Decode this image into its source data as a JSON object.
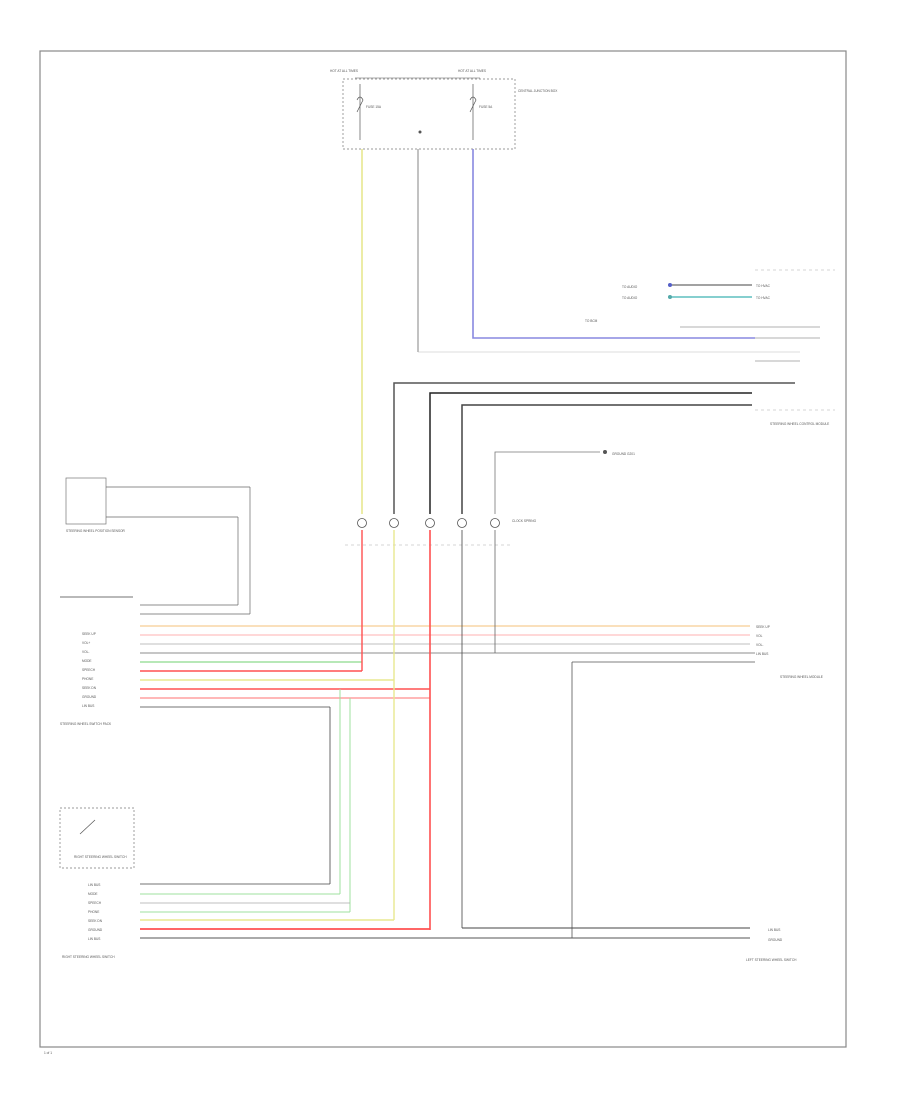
{
  "diagram": {
    "page_ref": "1 of 1",
    "colors": {
      "frame": "#888888",
      "wire_gray": "#666666",
      "wire_black": "#222222",
      "wire_yellow": "#e8e890",
      "wire_blue": "#8888e0",
      "wire_red": "#ff5050",
      "wire_pink": "#ffb0b0",
      "wire_orange": "#f5c27a",
      "wire_green": "#9fe09f",
      "wire_teal": "#5fbfbf"
    },
    "components": {
      "fuse_block": {
        "header_left": "HOT AT ALL TIMES",
        "header_right": "HOT AT ALL TIMES",
        "fuse_left": "FUSE 15A",
        "fuse_right": "FUSE 5A",
        "title": "CENTRAL JUNCTION BOX"
      },
      "upper_right": {
        "labels": [
          "TO AUDIO",
          "TO AUDIO",
          "TO HVAC",
          "TO HVAC",
          "TO BCM"
        ],
        "module_title": "STEERING WHEEL CONTROL MODULE"
      },
      "clockspring_label": "CLOCK SPRING",
      "ground_label": "GROUND G201",
      "horn_sensor_label": "STEERING WHEEL POSITION SENSOR",
      "left_module": {
        "title": "STEERING WHEEL SWITCH PACK",
        "pins": [
          "SEEK UP",
          "VOL+",
          "VOL-",
          "MODE",
          "SPEECH",
          "PHONE",
          "SEEK DN",
          "GROUND",
          "LIN BUS"
        ]
      },
      "right_module": {
        "title": "STEERING WHEEL MODULE",
        "pins": [
          "SEEK UP",
          "VOL",
          "VOL-",
          "LIN BUS"
        ]
      },
      "right_switch": {
        "title": "RIGHT STEERING WHEEL SWITCH",
        "pins": [
          "LIN BUS",
          "MODE",
          "SPEECH",
          "PHONE",
          "SEEK DN",
          "GROUND",
          "LIN BUS"
        ]
      },
      "bottom_left_label": "RIGHT STEERING WHEEL SWITCH",
      "bottom_right_label": "LEFT STEERING WHEEL SWITCH",
      "bottom_right_pins": [
        "LIN BUS",
        "GROUND"
      ]
    }
  }
}
